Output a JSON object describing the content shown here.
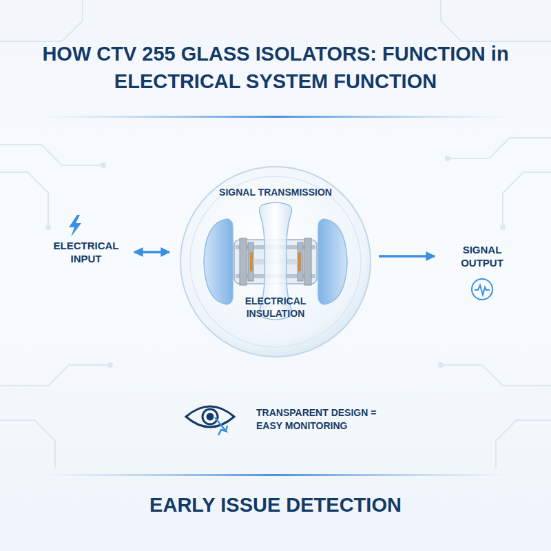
{
  "diagram": {
    "title": "HOW CTV 255 GLASS ISOLATORS: FUNCTION in ELECTRICAL SYSTEM FUNCTION",
    "caption": "EARLY ISSUE DETECTION",
    "nodes": [
      {
        "text": [
          "ELECTRICAL INPUT"
        ]
      },
      {
        "text": [
          "SIGNAL TRANSMISSION",
          "ELECTRICAL INSULATION"
        ]
      },
      {
        "text": [
          "SIGNAL OUTPUT"
        ]
      }
    ],
    "edges": [
      {
        "from": 0,
        "to": 1,
        "arrow": "both"
      },
      {
        "from": 1,
        "to": 2,
        "arrow": "to"
      }
    ],
    "labels": [
      "TRANSPARENT DESIGN = EASY MONITORING"
    ]
  }
}
